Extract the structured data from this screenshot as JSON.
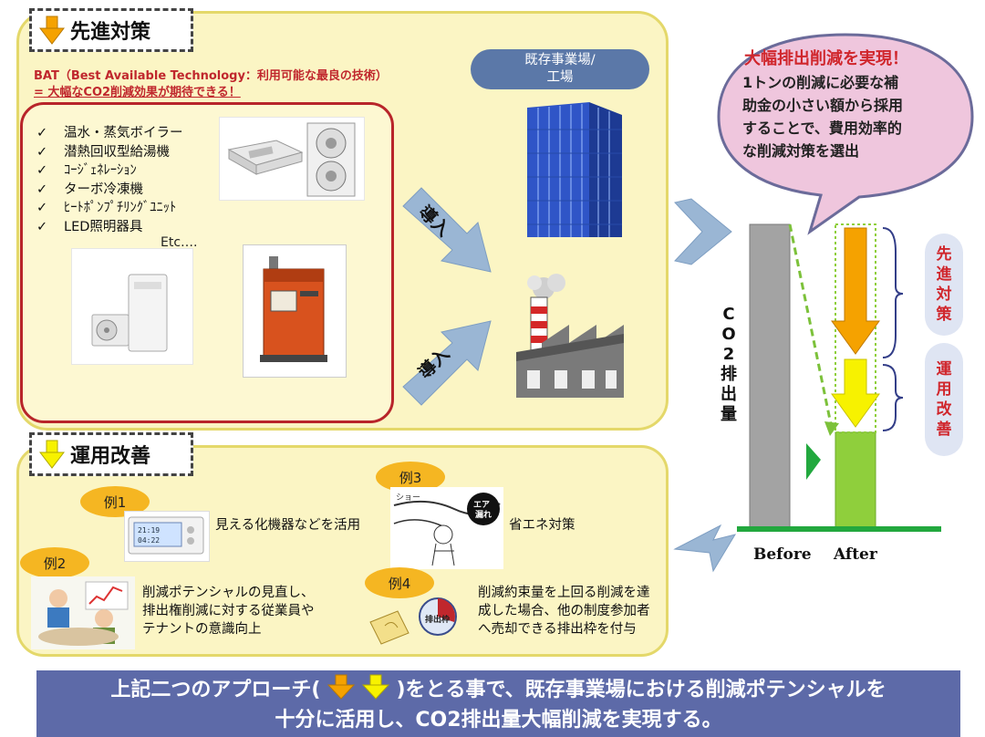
{
  "sections": {
    "advanced": {
      "title": "先進対策"
    },
    "operational": {
      "title": "運用改善"
    }
  },
  "bat": {
    "line1": "BAT（Best Available Technology：利用可能な最良の技術）",
    "line2": "= 大幅なCO2削減効果が期待できる！",
    "items": [
      "温水・蒸気ボイラー",
      "潜熱回収型給湯機",
      "ｺｰｼﾞｪﾈﾚｰｼｮﾝ",
      "ターボ冷凍機",
      "ﾋｰﾄﾎﾟﾝﾌﾟﾁﾘﾝｸﾞﾕﾆｯﾄ",
      "LED照明器具"
    ],
    "etc": "Etc…."
  },
  "facility": {
    "label_line1": "既存事業場/",
    "label_line2": "工場"
  },
  "intro_arrows": {
    "label": "導入"
  },
  "bubble": {
    "title": "大幅排出削減を実現！",
    "lines": [
      "1トンの削減に必要な補",
      "助金の小さい額から採用",
      "することで、費用効率的",
      "な削減対策を選出"
    ]
  },
  "chart_data": {
    "type": "bar",
    "categories": [
      "Before",
      "After"
    ],
    "ylabel": "CO2排出量",
    "brackets": [
      "先進対策",
      "運用改善"
    ],
    "colors": {
      "before": "#a3a3a3",
      "after": "#8fcf3c",
      "advanced_arrow": "#f5a200",
      "operational_arrow": "#f7f200"
    }
  },
  "examples": [
    {
      "badge": "例1",
      "text": "見える化機器などを活用"
    },
    {
      "badge": "例2",
      "text_lines": [
        "削減ポテンシャルの見直し、",
        "排出権削減に対する従業員や",
        "テナントの意識向上"
      ]
    },
    {
      "badge": "例3",
      "text": "省エネ対策"
    },
    {
      "badge": "例4",
      "text_lines": [
        "削減約束量を上回る削減を達",
        "成した場合、他の制度参加者",
        "へ売却できる排出枠を付与"
      ]
    }
  ],
  "example_images": {
    "meter": {
      "line1": "21:19",
      "line2": "04:22"
    },
    "air_leak": "エア漏れ",
    "allowance": "排出枠",
    "cartoon": "ショー"
  },
  "conclusion": {
    "line1_before": "上記二つのアプローチ(",
    "line1_after": ")をとる事で、既存事業場における削減ポテンシャルを",
    "line2": "十分に活用し、CO2排出量大幅削減を実現する。"
  }
}
